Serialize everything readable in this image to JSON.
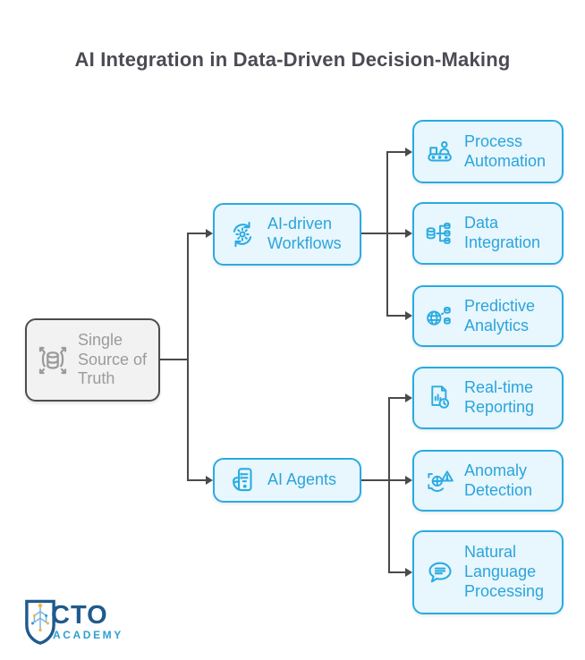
{
  "title": "AI Integration in Data-Driven Decision-Making",
  "colors": {
    "accent": "#29ABE2",
    "node_fill": "#E8F6FD",
    "node_text": "#2AA5DC",
    "root_fill": "#F2F2F2",
    "root_border": "#4D4D4D",
    "root_text": "#9B9B9B",
    "connector": "#4A4A4A",
    "title_text": "#4B4B55",
    "logo_dark_blue": "#1E5B8D",
    "logo_light_blue": "#2E9FD6",
    "logo_yellow": "#F5B73B"
  },
  "diagram": {
    "root": {
      "label": "Single Source of Truth",
      "icon": "expand-database-icon"
    },
    "branches": [
      {
        "label": "AI-driven Workflows",
        "icon": "gear-sync-icon",
        "children": [
          {
            "label": "Process Automation",
            "icon": "conveyor-person-icon"
          },
          {
            "label": "Data Integration",
            "icon": "database-branch-icon"
          },
          {
            "label": "Predictive Analytics",
            "icon": "globe-database-icon"
          }
        ]
      },
      {
        "label": "AI Agents",
        "icon": "hand-device-icon",
        "children": [
          {
            "label": "Real-time Reporting",
            "icon": "document-chart-clock-icon"
          },
          {
            "label": "Anomaly Detection",
            "icon": "face-scan-warning-icon"
          },
          {
            "label": "Natural Language Processing",
            "icon": "speech-bubble-icon"
          }
        ]
      }
    ]
  },
  "logo": {
    "primary": "CTO",
    "secondary": "ACADEMY"
  }
}
